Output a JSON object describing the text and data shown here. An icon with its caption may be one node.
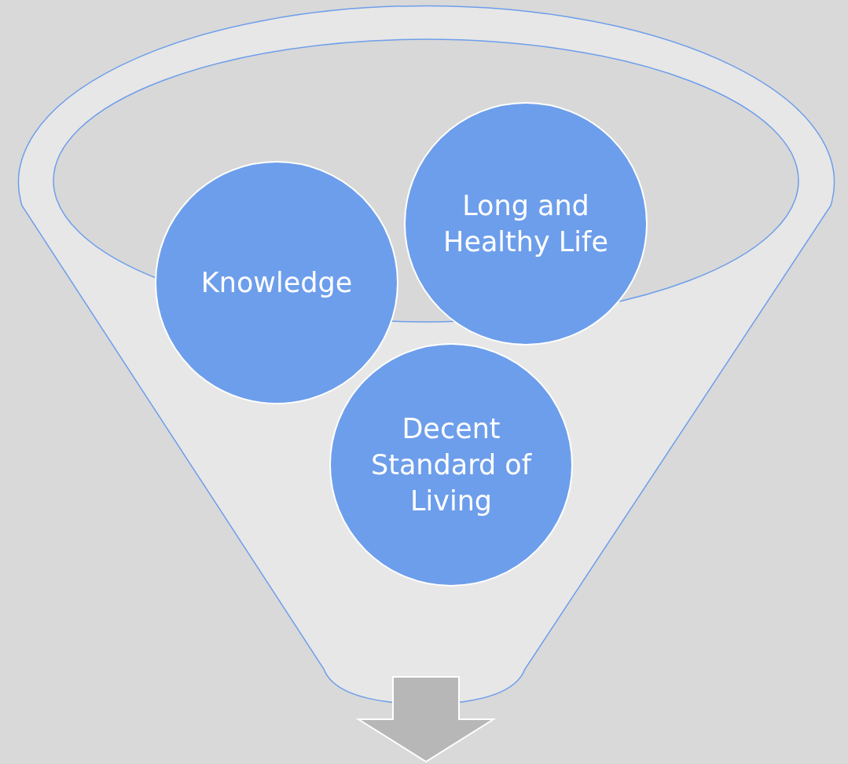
{
  "diagram": {
    "nodes": [
      {
        "text": [],
        "shape": "funnel"
      },
      {
        "text": [
          "Knowledge"
        ],
        "in": 0
      },
      {
        "text": [
          "Long and Healthy Life"
        ],
        "in": 0
      },
      {
        "text": [
          "Decent Standard of Living"
        ],
        "in": 0
      }
    ]
  }
}
